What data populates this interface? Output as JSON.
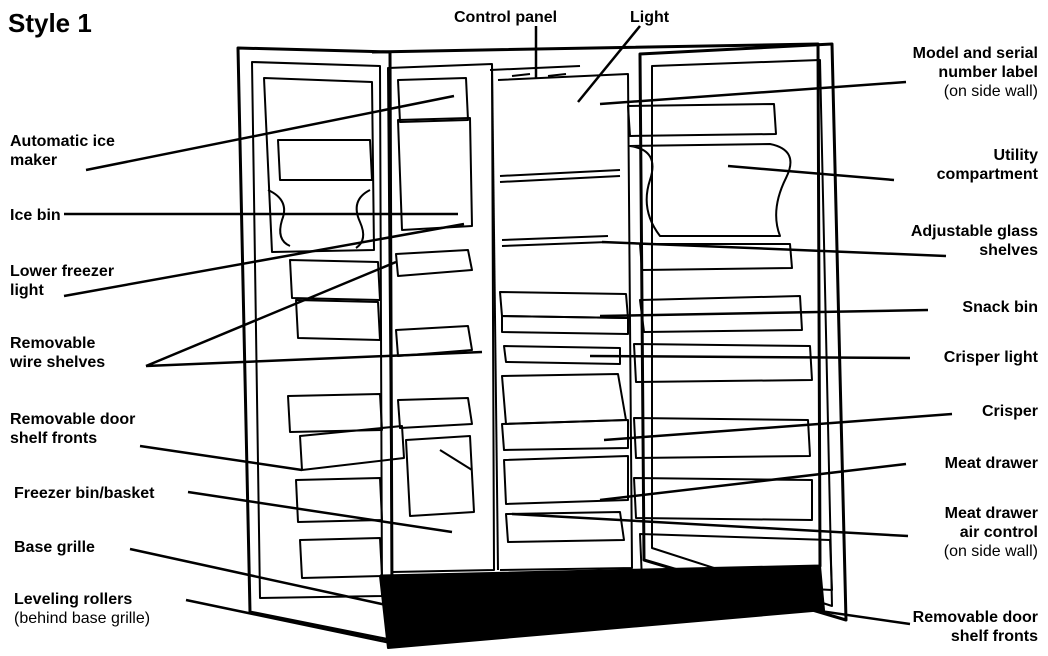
{
  "title": "Style 1",
  "labels": {
    "control_panel": "Control panel",
    "light": "Light",
    "model_serial_1": "Model and serial",
    "model_serial_2": "number label",
    "model_serial_3": "(on side wall)",
    "ice_maker_1": "Automatic ice",
    "ice_maker_2": "maker",
    "ice_bin": "Ice bin",
    "lower_freezer_light_1": "Lower freezer",
    "lower_freezer_light_2": "light",
    "wire_shelves_1": "Removable",
    "wire_shelves_2": "wire shelves",
    "door_shelf_fronts_left_1": "Removable door",
    "door_shelf_fronts_left_2": "shelf fronts",
    "freezer_bin": "Freezer bin/basket",
    "base_grille": "Base grille",
    "leveling_rollers_1": "Leveling rollers",
    "leveling_rollers_2": "(behind base grille)",
    "utility_1": "Utility",
    "utility_2": "compartment",
    "glass_shelves_1": "Adjustable glass",
    "glass_shelves_2": "shelves",
    "snack_bin": "Snack bin",
    "crisper_light": "Crisper light",
    "crisper": "Crisper",
    "meat_drawer": "Meat drawer",
    "meat_air_1": "Meat drawer",
    "meat_air_2": "air control",
    "meat_air_3": "(on side wall)",
    "door_shelf_fronts_right_1": "Removable door",
    "door_shelf_fronts_right_2": "shelf fronts"
  }
}
